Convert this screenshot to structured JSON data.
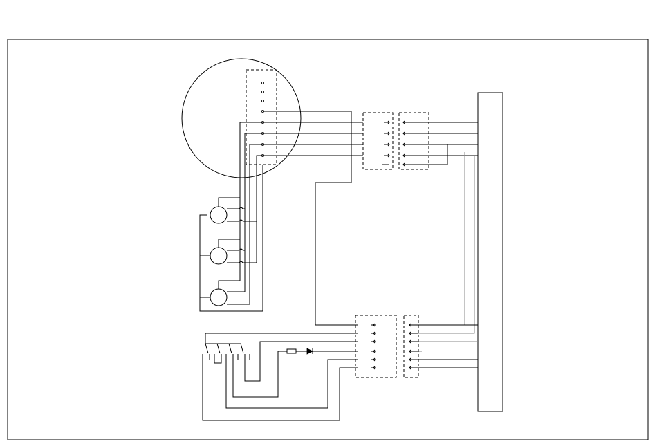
{
  "diagram": {
    "title": "",
    "labels": []
  },
  "colors": {
    "line": "#000000",
    "secondary_line": "#888888",
    "background": "#ffffff"
  },
  "components": {
    "round_connector": {
      "pins_shown": 8
    },
    "motors": {
      "count": 3
    },
    "upper_connector_pair": {
      "ways": 5
    },
    "lower_connector_pair": {
      "ways": 6
    },
    "terminal_block": {
      "name": ""
    },
    "switch_bank": {
      "switches": 4
    },
    "resistor": {
      "count": 1
    },
    "diode": {
      "count": 1
    }
  }
}
